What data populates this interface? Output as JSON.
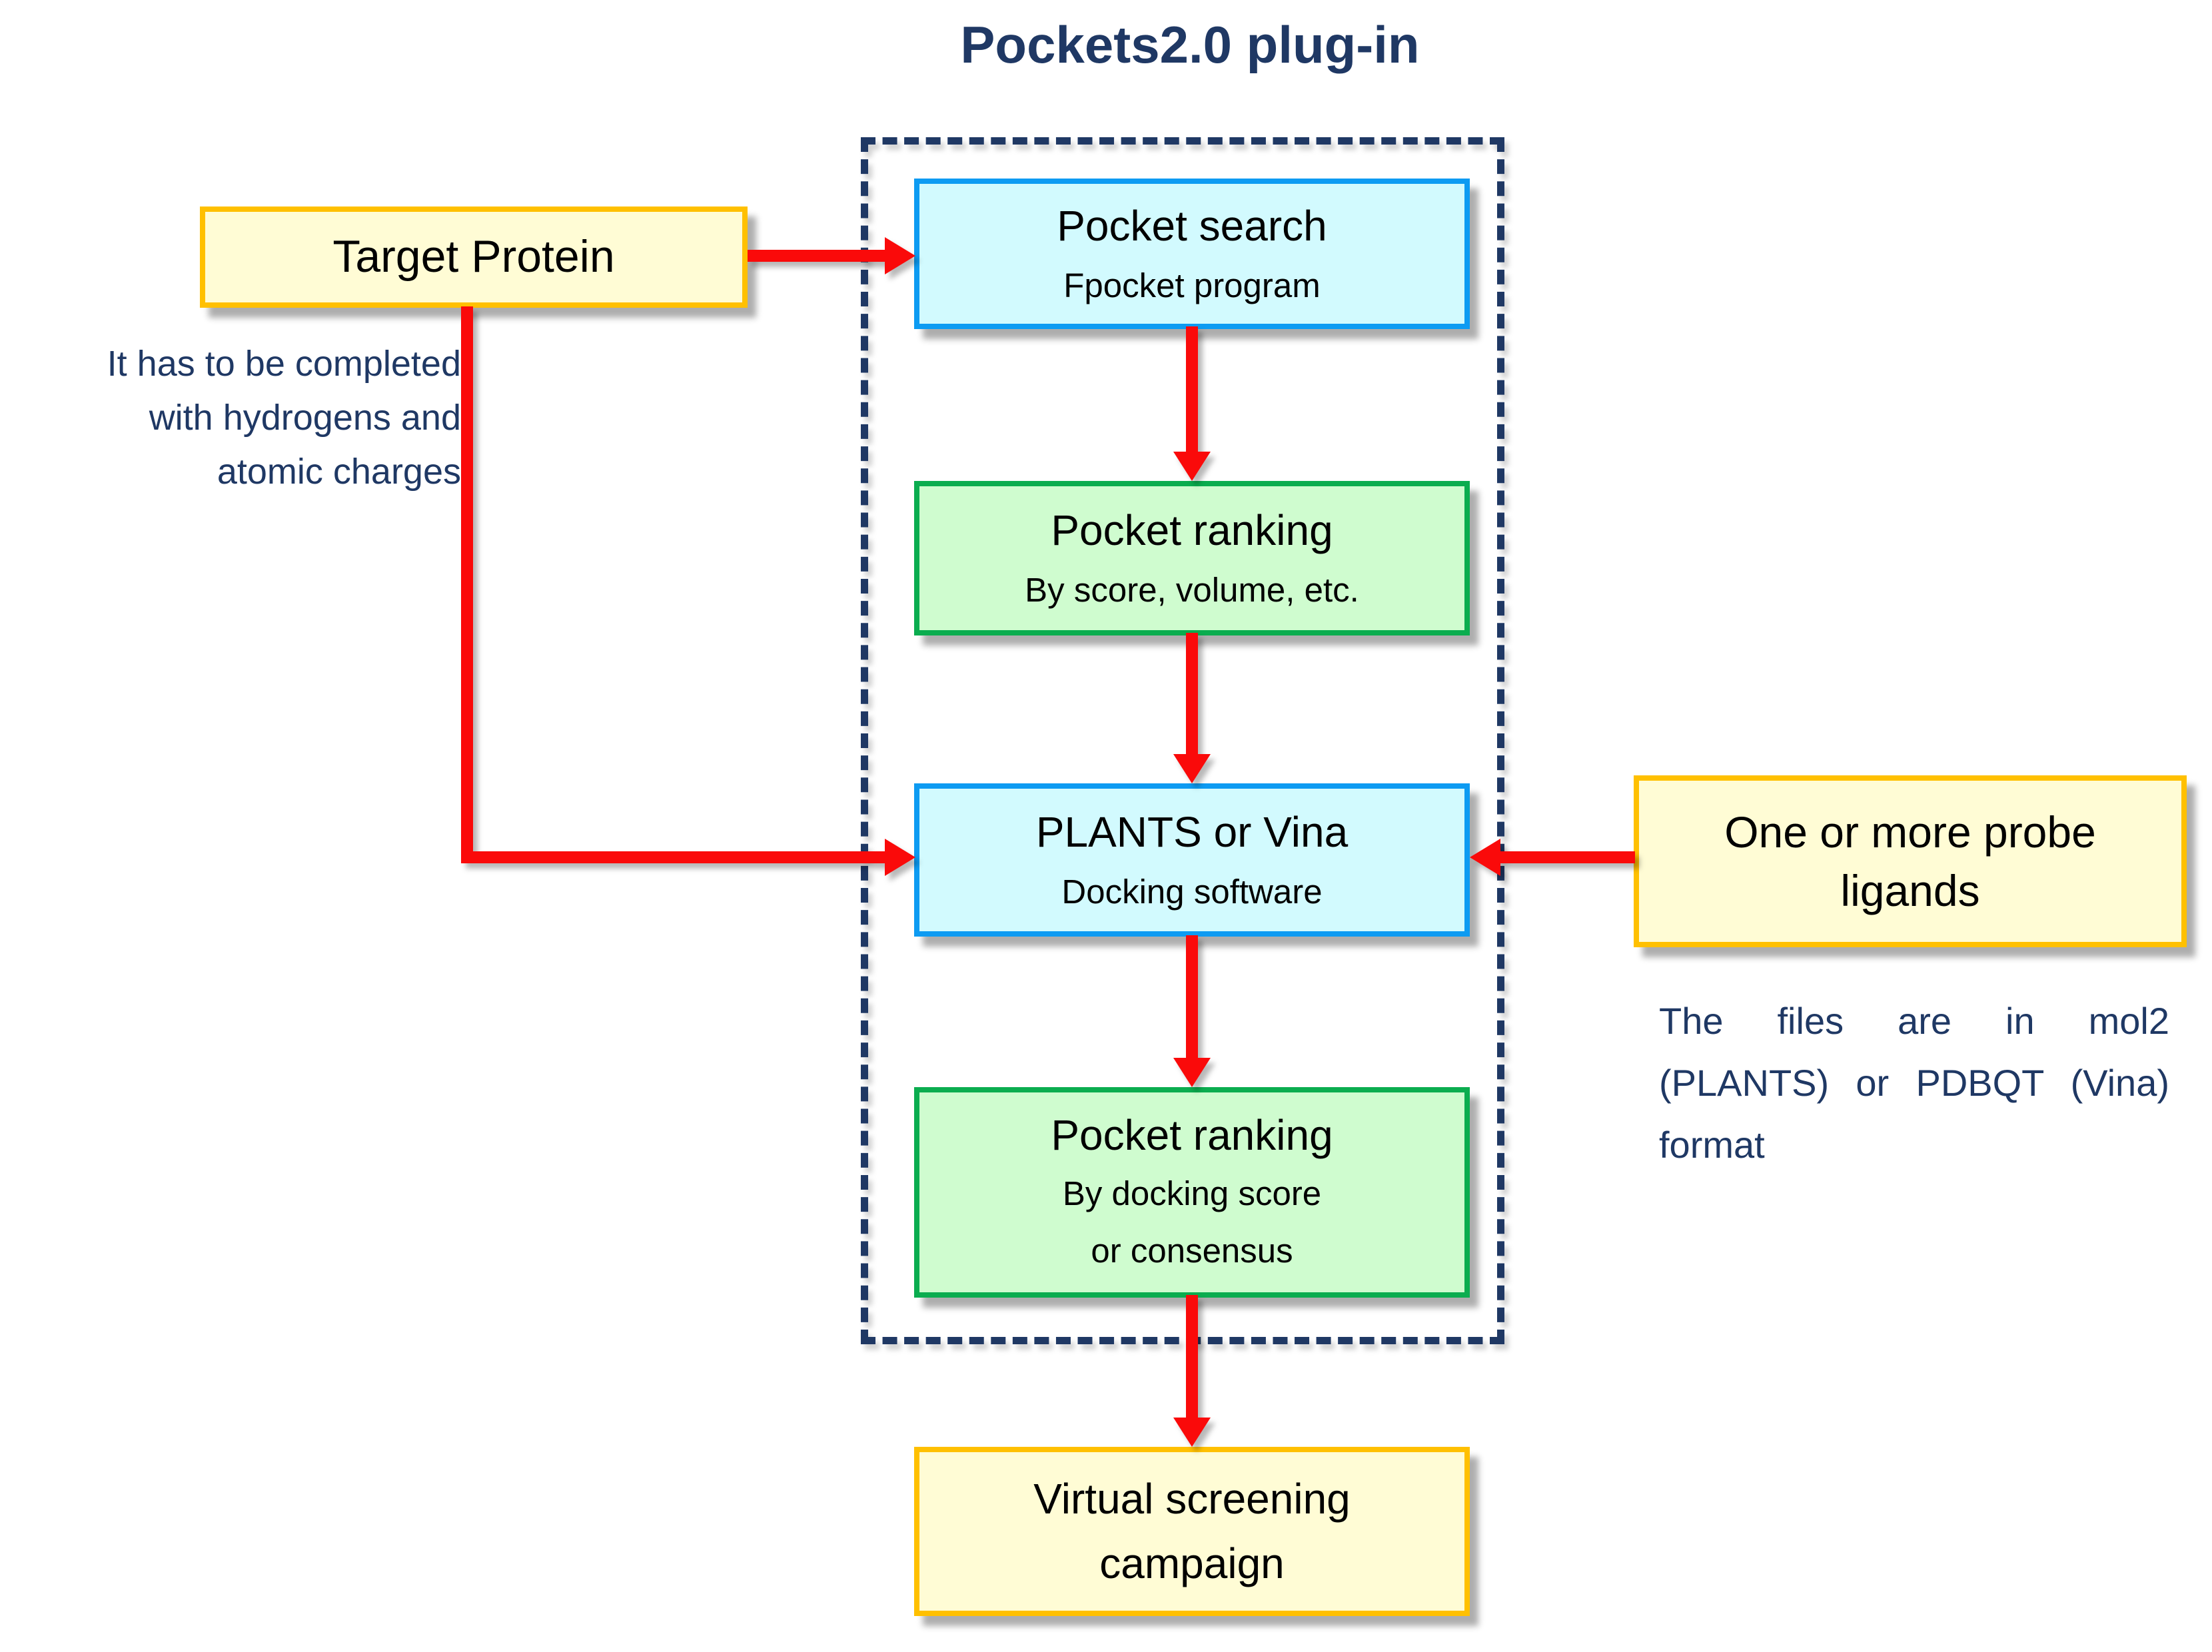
{
  "title": "Pockets2.0 plug-in",
  "boxes": {
    "target_protein": {
      "label": "Target Protein"
    },
    "pocket_search": {
      "title": "Pocket search",
      "subtitle": "Fpocket program"
    },
    "pocket_ranking_top": {
      "title": "Pocket ranking",
      "subtitle": "By score, volume, etc."
    },
    "plants_vina": {
      "title": "PLANTS or Vina",
      "subtitle": "Docking software"
    },
    "pocket_ranking_bottom": {
      "title": "Pocket ranking",
      "subtitle_line1": "By docking score",
      "subtitle_line2": "or consensus"
    },
    "virtual_screening": {
      "line1": "Virtual screening",
      "line2": "campaign"
    },
    "probe_ligands": {
      "line1": "One or more probe",
      "line2": "ligands"
    }
  },
  "annotations": {
    "target_protein_note": {
      "line1": "It has to be completed",
      "line2": "with hydrogens and",
      "line3": "atomic charges"
    },
    "probe_ligands_note": "The files are in mol2 (PLANTS) or PDBQT (Vina) format"
  },
  "colors": {
    "title_text": "#1F3864",
    "note_text": "#1F3864",
    "dashed_border": "#1F3864",
    "arrow_red": "#FA0A0A",
    "yellow_fill": "#FFFCD5",
    "yellow_border": "#FFC000",
    "blue_fill": "#D2FAFE",
    "blue_border": "#0D9BF2",
    "green_fill": "#CFFCCF",
    "green_border": "#0BAD4F",
    "box_text": "#000000"
  }
}
